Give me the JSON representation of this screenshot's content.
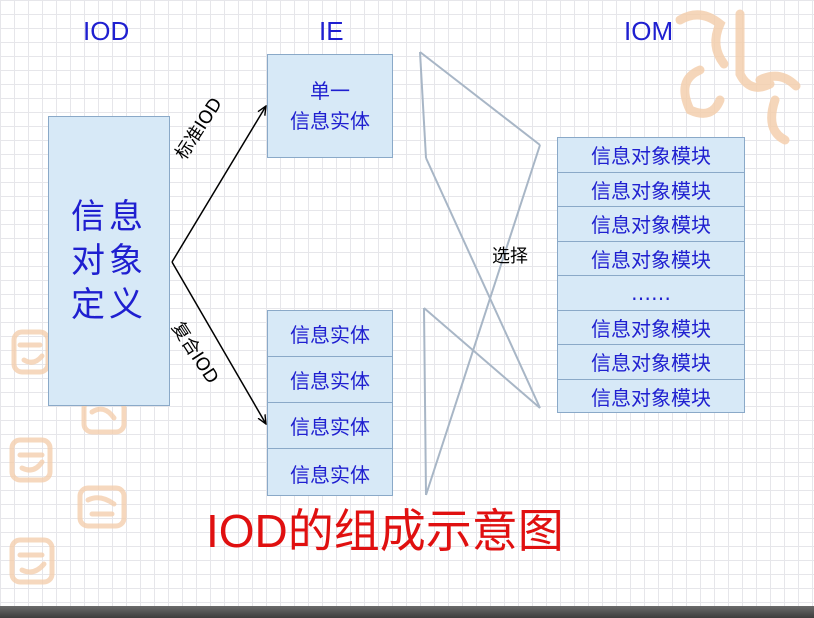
{
  "headers": {
    "iod": "IOD",
    "ie": "IE",
    "iom": "IOM"
  },
  "iod_definition": {
    "lines": [
      "信息",
      "对象",
      "定义"
    ]
  },
  "single_ie": {
    "lines": [
      "单一",
      "信息实体"
    ]
  },
  "composite_ie": {
    "rows": [
      "信息实体",
      "信息实体",
      "信息实体",
      "信息实体"
    ]
  },
  "iom": {
    "rows": [
      "信息对象模块",
      "信息对象模块",
      "信息对象模块",
      "信息对象模块",
      "……",
      "信息对象模块",
      "信息对象模块",
      "信息对象模块"
    ]
  },
  "labels": {
    "standard_iod": "标准IOD",
    "composite_iod": "复合IOD",
    "select": "选择"
  },
  "title": {
    "latin": "IOD",
    "cjk": "的组成示意图"
  },
  "colors": {
    "heading_blue": "#1f1fd0",
    "box_fill": "#d7e9f7",
    "title_red": "#e01010",
    "watermark": "#f2c9a8"
  },
  "icons": [
    "seal-watermark"
  ]
}
